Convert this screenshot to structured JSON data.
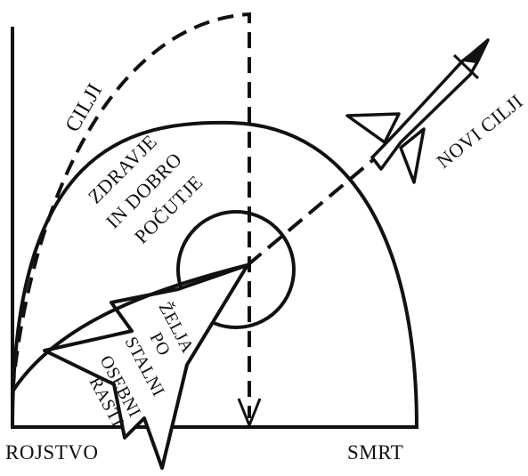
{
  "labels": {
    "birth": "ROJSTVO",
    "death": "SMRT",
    "goals": "CILJI",
    "health_line1": "ZDRAVJE",
    "health_line2": "IN DOBRO",
    "health_line3": "POČUTJE",
    "new_goals": "NOVI CILJI",
    "desire_line1": "ŽELJA",
    "desire_line2": "PO",
    "desire_line3": "STALNI",
    "desire_line4": "OSEBNI",
    "desire_line5": "RASTI"
  },
  "colors": {
    "ink": "#111111",
    "background": "#ffffff"
  }
}
